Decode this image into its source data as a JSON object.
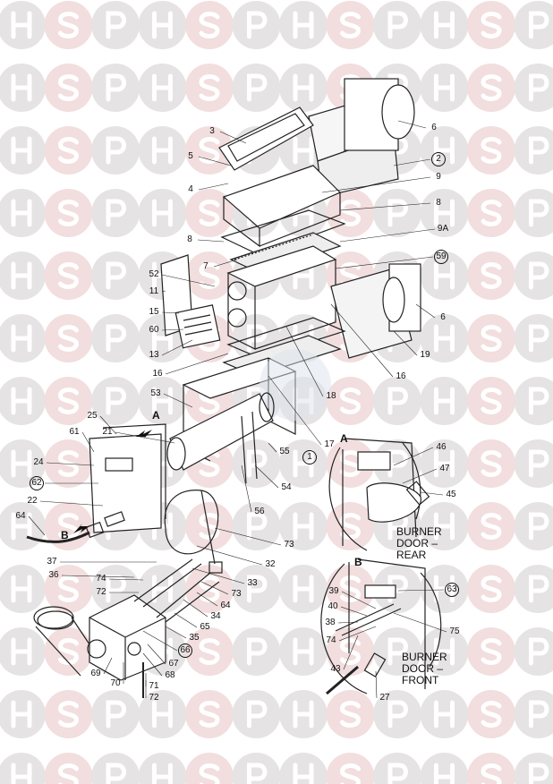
{
  "watermark": {
    "letters": [
      "H",
      "S",
      "P"
    ],
    "colors": {
      "H": "#e6e3e4",
      "S": "#f2dede",
      "P": "#e6e3e4"
    }
  },
  "labels": [
    "3",
    "5",
    "4",
    "6",
    "2",
    "9",
    "8",
    "9A",
    "8",
    "7",
    "59",
    "6",
    "52",
    "11",
    "15",
    "60",
    "13",
    "19",
    "16",
    "16",
    "18",
    "53",
    "25",
    "21",
    "17",
    "1",
    "55",
    "61",
    "24",
    "62",
    "22",
    "64",
    "54",
    "56",
    "73",
    "32",
    "37",
    "36",
    "74",
    "72",
    "73",
    "33",
    "64",
    "34",
    "65",
    "35",
    "66",
    "67",
    "68",
    "69",
    "70",
    "71",
    "72",
    "46",
    "47",
    "45",
    "63",
    "39",
    "40",
    "38",
    "74",
    "75",
    "43",
    "27"
  ],
  "circled_labels": [
    "2",
    "59",
    "1",
    "62",
    "66",
    "63"
  ],
  "views": {
    "a": "A",
    "b": "B",
    "arrow_a": "A",
    "arrow_b": "B"
  },
  "captions": {
    "rear": [
      "BURNER",
      "DOOR –",
      "REAR"
    ],
    "front": [
      "BURNER",
      "DOOR –",
      "FRONT"
    ]
  }
}
